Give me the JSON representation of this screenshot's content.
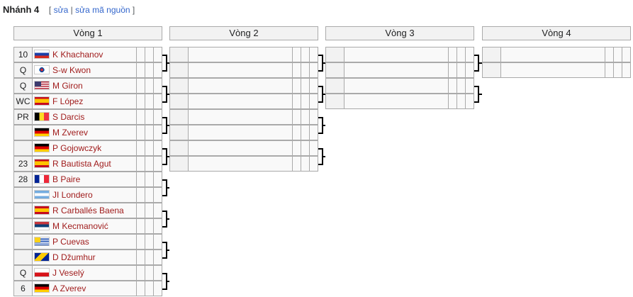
{
  "section": {
    "title": "Nhánh 4",
    "bracket_open": "[",
    "edit": "sửa",
    "separator": "|",
    "edit_source": "sửa mã nguồn",
    "bracket_close": "]"
  },
  "rounds": [
    "Vòng 1",
    "Vòng 2",
    "Vòng 3",
    "Vòng 4"
  ],
  "round1": [
    {
      "seed": "10",
      "flag": "russia-flag-icon",
      "name": "K Khachanov"
    },
    {
      "seed": "Q",
      "flag": "south-korea-flag-icon",
      "name": "S-w Kwon"
    },
    {
      "seed": "Q",
      "flag": "usa-flag-icon",
      "name": "M Giron"
    },
    {
      "seed": "WC",
      "flag": "spain-flag-icon",
      "name": "F López"
    },
    {
      "seed": "PR",
      "flag": "belgium-flag-icon",
      "name": "S Darcis"
    },
    {
      "seed": "",
      "flag": "germany-flag-icon",
      "name": "M Zverev"
    },
    {
      "seed": "",
      "flag": "germany-flag-icon",
      "name": "P Gojowczyk"
    },
    {
      "seed": "23",
      "flag": "spain-flag-icon",
      "name": "R Bautista Agut"
    },
    {
      "seed": "28",
      "flag": "france-flag-icon",
      "name": "B Paire"
    },
    {
      "seed": "",
      "flag": "argentina-flag-icon",
      "name": "JI Londero"
    },
    {
      "seed": "",
      "flag": "spain-flag-icon",
      "name": "R Carballés Baena"
    },
    {
      "seed": "",
      "flag": "serbia-flag-icon",
      "name": "M Kecmanović"
    },
    {
      "seed": "",
      "flag": "uruguay-flag-icon",
      "name": "P Cuevas"
    },
    {
      "seed": "",
      "flag": "bosnia-flag-icon",
      "name": "D Džumhur"
    },
    {
      "seed": "Q",
      "flag": "czech-flag-icon",
      "name": "J Veselý"
    },
    {
      "seed": "6",
      "flag": "germany-flag-icon",
      "name": "A Zverev"
    }
  ],
  "round2": [
    {
      "seed": "",
      "name": ""
    },
    {
      "seed": "",
      "name": ""
    },
    {
      "seed": "",
      "name": ""
    },
    {
      "seed": "",
      "name": ""
    },
    {
      "seed": "",
      "name": ""
    },
    {
      "seed": "",
      "name": ""
    },
    {
      "seed": "",
      "name": ""
    },
    {
      "seed": "",
      "name": ""
    }
  ],
  "round3": [
    {
      "seed": "",
      "name": ""
    },
    {
      "seed": "",
      "name": ""
    },
    {
      "seed": "",
      "name": ""
    },
    {
      "seed": "",
      "name": ""
    }
  ],
  "round4": [
    {
      "seed": "",
      "name": ""
    },
    {
      "seed": "",
      "name": ""
    }
  ]
}
